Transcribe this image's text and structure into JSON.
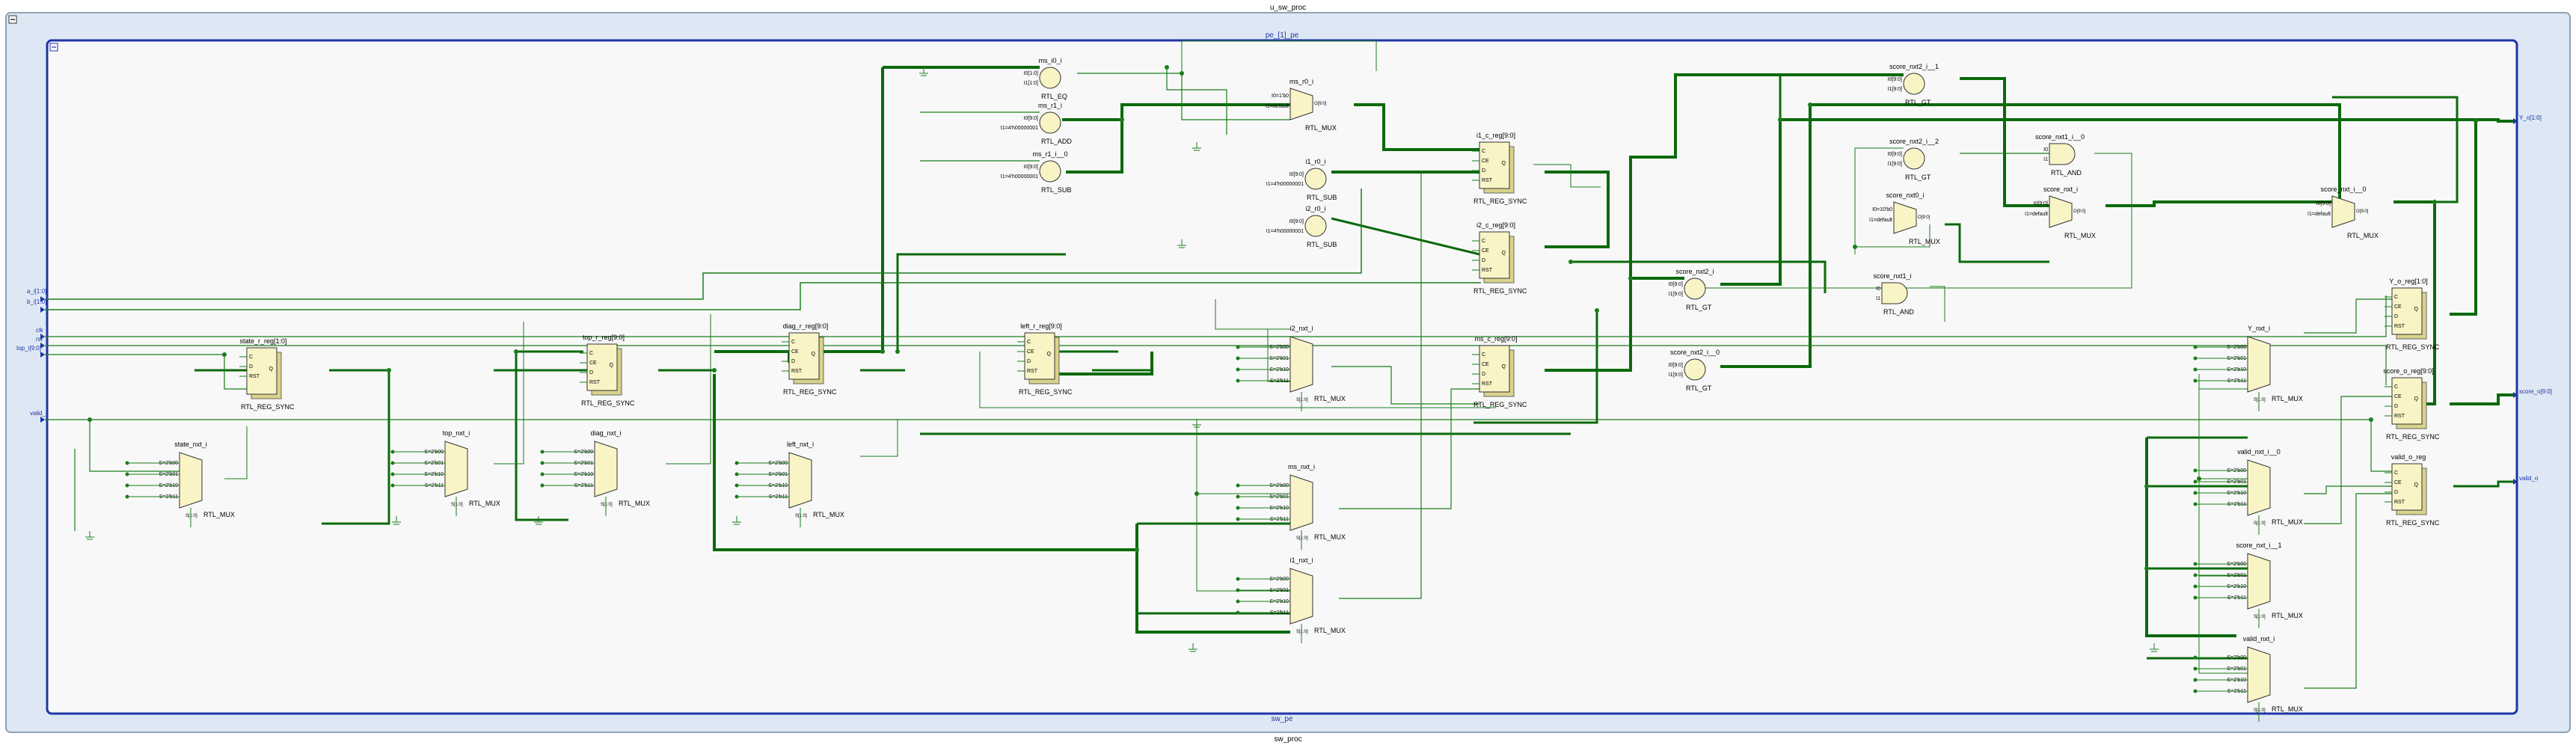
{
  "outer_module": {
    "top_label": "u_sw_proc",
    "bottom_label": "sw_proc"
  },
  "inner_module": {
    "top_label": "pe_[1]_pe",
    "bottom_label": "sw_pe"
  },
  "colors": {
    "outer_fill": "#dde8f4",
    "outer_border": "#8fa3b5",
    "inner_fill": "#f8f8f8",
    "inner_border": "#1f35a8",
    "wire": "#1a7d1a",
    "bus": "#0b6a0b",
    "cell_fill": "#f8f4c6",
    "cell_border": "#333333",
    "port_color": "#1f35a8"
  },
  "input_ports": [
    {
      "id": "in_a",
      "label": "a_i[1:0]"
    },
    {
      "id": "in_b",
      "label": "b_i[1:0]"
    },
    {
      "id": "in_clk",
      "label": "clk"
    },
    {
      "id": "in_rst",
      "label": "rst"
    },
    {
      "id": "in_top",
      "label": "top_i[9:0]"
    },
    {
      "id": "in_valid",
      "label": "valid_i"
    }
  ],
  "output_ports": [
    {
      "id": "out_y",
      "label": "Y_o[1:0]"
    },
    {
      "id": "out_score",
      "label": "score_o[9:0]"
    },
    {
      "id": "out_valid",
      "label": "valid_o"
    }
  ],
  "cells": [
    {
      "id": "ms_i0",
      "name": "ms_i0_i",
      "type": "RTL_EQ",
      "pins": [
        "I0[1:0]",
        "I1[1:0]"
      ]
    },
    {
      "id": "ms_r1",
      "name": "ms_r1_i",
      "type": "RTL_ADD",
      "pins": [
        "I0[9:0]",
        "I1=4'h00000001"
      ]
    },
    {
      "id": "ms_r1_0",
      "name": "ms_r1_i__0",
      "type": "RTL_SUB",
      "pins": [
        "I0[9:0]",
        "I1=4'h00000001"
      ]
    },
    {
      "id": "ms_r0",
      "name": "ms_r0_i",
      "type": "RTL_MUX",
      "pins": [
        "I0=1'b0",
        "I1=default"
      ]
    },
    {
      "id": "i1_r0",
      "name": "i1_r0_i",
      "type": "RTL_SUB",
      "pins": [
        "I0[9:0]",
        "I1=4'h00000001"
      ]
    },
    {
      "id": "i2_r0",
      "name": "i2_r0_i",
      "type": "RTL_SUB",
      "pins": [
        "I0[9:0]",
        "I1=4'h00000001"
      ]
    },
    {
      "id": "i1_c_reg",
      "name": "i1_c_reg[9:0]",
      "type": "RTL_REG_SYNC",
      "pins": [
        "C",
        "CE",
        "D",
        "RST"
      ]
    },
    {
      "id": "i2_c_reg",
      "name": "i2_c_reg[9:0]",
      "type": "RTL_REG_SYNC",
      "pins": [
        "C",
        "CE",
        "D",
        "RST"
      ]
    },
    {
      "id": "ms_c_reg",
      "name": "ms_c_reg[9:0]",
      "type": "RTL_REG_SYNC",
      "pins": [
        "C",
        "CE",
        "D",
        "RST"
      ]
    },
    {
      "id": "state_reg",
      "name": "state_r_reg[1:0]",
      "type": "RTL_REG_SYNC",
      "pins": [
        "C",
        "D",
        "RST"
      ]
    },
    {
      "id": "top_reg",
      "name": "top_r_reg[9:0]",
      "type": "RTL_REG_SYNC",
      "pins": [
        "C",
        "CE",
        "D",
        "RST"
      ]
    },
    {
      "id": "diag_reg",
      "name": "diag_r_reg[9:0]",
      "type": "RTL_REG_SYNC",
      "pins": [
        "C",
        "CE",
        "D",
        "RST"
      ]
    },
    {
      "id": "left_reg",
      "name": "left_r_reg[9:0]",
      "type": "RTL_REG_SYNC",
      "pins": [
        "C",
        "CE",
        "D",
        "RST"
      ]
    },
    {
      "id": "score_nxt2_1",
      "name": "score_nxt2_i__1",
      "type": "RTL_GT",
      "pins": [
        "I0[9:0]",
        "I1[9:0]"
      ]
    },
    {
      "id": "score_nxt2_2",
      "name": "score_nxt2_i__2",
      "type": "RTL_GT",
      "pins": [
        "I0[9:0]",
        "I1[9:0]"
      ]
    },
    {
      "id": "score_nxt2",
      "name": "score_nxt2_i",
      "type": "RTL_GT",
      "pins": [
        "I0[9:0]",
        "I1[9:0]"
      ]
    },
    {
      "id": "score_nxt2_0",
      "name": "score_nxt2_i__0",
      "type": "RTL_GT",
      "pins": [
        "I0[9:0]",
        "I1[9:0]"
      ]
    },
    {
      "id": "score_nxt1_0",
      "name": "score_nxt1_i__0",
      "type": "RTL_AND",
      "pins": [
        "I0",
        "I1"
      ]
    },
    {
      "id": "score_nxt1",
      "name": "score_nxt1_i",
      "type": "RTL_AND",
      "pins": [
        "I0",
        "I1"
      ]
    },
    {
      "id": "score_nxt0",
      "name": "score_nxt0_i",
      "type": "RTL_MUX",
      "pins": [
        "I0=10'b0",
        "I1=default"
      ]
    },
    {
      "id": "score_nxt",
      "name": "score_nxt_i",
      "type": "RTL_MUX",
      "pins": [
        "I0[9:0]",
        "I1=default"
      ]
    },
    {
      "id": "score_nxt_0",
      "name": "score_nxt_i__0",
      "type": "RTL_MUX",
      "pins": [
        "I0[9:0]",
        "I1=default"
      ]
    },
    {
      "id": "y_o_reg",
      "name": "Y_o_reg[1:0]",
      "type": "RTL_REG_SYNC",
      "pins": [
        "C",
        "CE",
        "D",
        "RST"
      ]
    },
    {
      "id": "score_o_reg",
      "name": "score_o_reg[9:0]",
      "type": "RTL_REG_SYNC",
      "pins": [
        "C",
        "CE",
        "D",
        "RST"
      ]
    },
    {
      "id": "valid_o_reg",
      "name": "valid_o_reg",
      "type": "RTL_REG_SYNC",
      "pins": [
        "C",
        "CE",
        "D",
        "RST"
      ]
    },
    {
      "id": "i2_nxt",
      "name": "i2_nxt_i",
      "type": "RTL_MUX",
      "pins": [
        "S=2'b00",
        "S=2'b01",
        "S=2'b10",
        "S=2'b11"
      ]
    },
    {
      "id": "y_nxt",
      "name": "Y_nxt_i",
      "type": "RTL_MUX",
      "pins": [
        "S=2'b00",
        "S=2'b01",
        "S=2'b10",
        "S=2'b11"
      ]
    },
    {
      "id": "state_nxt",
      "name": "state_nxt_i",
      "type": "RTL_MUX",
      "pins": [
        "S=2'b00",
        "S=2'b01",
        "S=2'b10",
        "S=2'b11"
      ]
    },
    {
      "id": "top_nxt",
      "name": "top_nxt_i",
      "type": "RTL_MUX",
      "pins": [
        "S=2'b00",
        "S=2'b01",
        "S=2'b10",
        "S=2'b11"
      ]
    },
    {
      "id": "diag_nxt",
      "name": "diag_nxt_i",
      "type": "RTL_MUX",
      "pins": [
        "S=2'b00",
        "S=2'b01",
        "S=2'b10",
        "S=2'b11"
      ]
    },
    {
      "id": "left_nxt",
      "name": "left_nxt_i",
      "type": "RTL_MUX",
      "pins": [
        "S=2'b00",
        "S=2'b01",
        "S=2'b10",
        "S=2'b11"
      ]
    },
    {
      "id": "ms_nxt",
      "name": "ms_nxt_i",
      "type": "RTL_MUX",
      "pins": [
        "S=2'b00",
        "S=2'b01",
        "S=2'b10",
        "S=2'b11"
      ]
    },
    {
      "id": "i1_nxt",
      "name": "i1_nxt_i",
      "type": "RTL_MUX",
      "pins": [
        "S=2'b00",
        "S=2'b01",
        "S=2'b10",
        "S=2'b11"
      ]
    },
    {
      "id": "valid_nxt_0",
      "name": "valid_nxt_i__0",
      "type": "RTL_MUX",
      "pins": [
        "S=2'b00",
        "S=2'b01",
        "S=2'b10",
        "S=2'b11"
      ]
    },
    {
      "id": "score_nxt_1",
      "name": "score_nxt_i__1",
      "type": "RTL_MUX",
      "pins": [
        "S=2'b00",
        "S=2'b01",
        "S=2'b10",
        "S=2'b11"
      ]
    },
    {
      "id": "valid_nxt",
      "name": "valid_nxt_i",
      "type": "RTL_MUX",
      "pins": [
        "S=2'b00",
        "S=2'b01",
        "S=2'b10",
        "S=2'b11"
      ]
    }
  ]
}
